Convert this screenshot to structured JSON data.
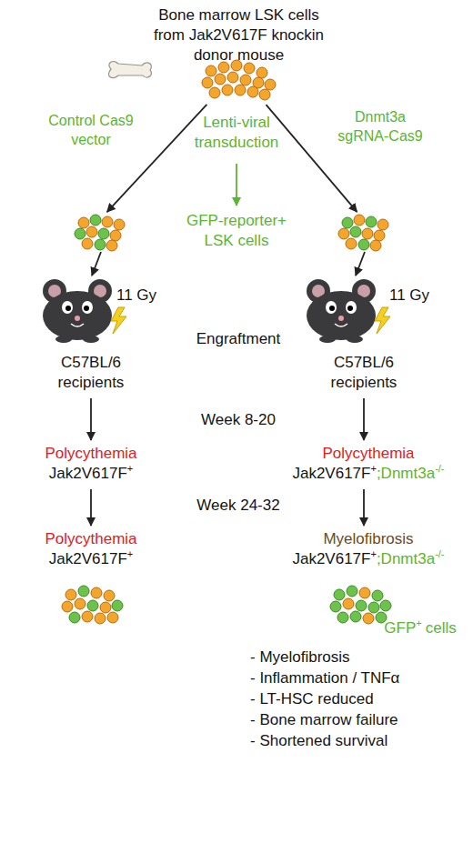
{
  "diagram": {
    "nodes": [
      {
        "text": [
          "Bone marrow LSK cells from Jak2V617F knockin donor mouse"
        ]
      },
      {
        "text": [
          "Lenti-viral transduction"
        ]
      },
      {
        "text": [
          "GFP-reporter+ LSK cells"
        ]
      },
      {
        "text": [
          "11 Gy",
          "C57BL/6 recipients"
        ]
      },
      {
        "text": [
          "11 Gy",
          "C57BL/6 recipients"
        ]
      },
      {
        "text": [
          "Polycythemia",
          "Jak2V617F",
          "+"
        ]
      },
      {
        "text": [
          "Polycythemia",
          "Jak2V617F",
          "+",
          ";Dnmt3a",
          "-/-"
        ]
      },
      {
        "text": [
          "Polycythemia",
          "Jak2V617F",
          "+"
        ]
      },
      {
        "text": [
          "Myelofibrosis",
          "Jak2V617F",
          "+",
          ";Dnmt3a",
          "-/-",
          "GFP",
          "+",
          "cells"
        ]
      }
    ],
    "edges": [
      {
        "from": 0,
        "to": 3,
        "label": "Control Cas9 vector",
        "arrow": "to"
      },
      {
        "from": 0,
        "to": 4,
        "label": "Dnmt3a sgRNA-Cas9",
        "arrow": "to"
      },
      {
        "from": 1,
        "to": 2,
        "arrow": "to"
      },
      {
        "from": 3,
        "to": 5,
        "arrow": "to"
      },
      {
        "from": 4,
        "to": 6,
        "arrow": "to"
      },
      {
        "from": 5,
        "to": 7,
        "arrow": "to"
      },
      {
        "from": 6,
        "to": 8,
        "arrow": "to"
      }
    ],
    "labels": [
      "Engraftment",
      "Week 8-20",
      "Week 24-32",
      "- Myelofibrosis",
      "- Inflammation / TNFα",
      "- LT-HSC reduced",
      "- Bone marrow failure",
      "- Shortened survival"
    ]
  }
}
